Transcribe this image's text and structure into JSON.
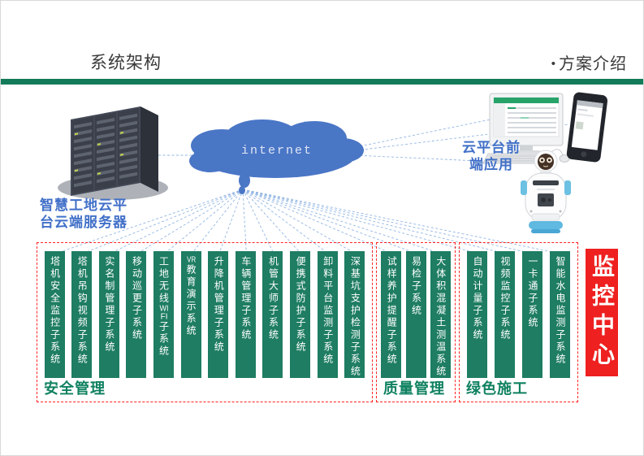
{
  "header": {
    "title": "系统架构",
    "bullet": "•",
    "subtitle": "方案介绍"
  },
  "cloud": {
    "label": "internet"
  },
  "server": {
    "label_line1": "智慧工地云平",
    "label_line2": "台云端服务器"
  },
  "frontend": {
    "label_line1": "云平台前",
    "label_line2": "端应用"
  },
  "monitoring_center": {
    "label": "监控中心"
  },
  "groups": [
    {
      "label": "安全管理",
      "systems": [
        "塔机安全监控子系统",
        "塔机吊钩视频子系统",
        "实名制管理子系统",
        "移动巡更子系统",
        "工地无线WIFI子系统",
        "VR教育演示系统",
        "升降机管理子系统",
        "车辆管理子系统",
        "机管大师子系统",
        "便携式防护子系统",
        "卸料平台监测子系统",
        "深基坑支护检测子系统"
      ]
    },
    {
      "label": "质量管理",
      "systems": [
        "试样养护提醒子系统",
        "易检子系统",
        "大体积混凝土测温系统"
      ]
    },
    {
      "label": "绿色施工",
      "systems": [
        "自动计量子系统",
        "视频监控子系统",
        "一卡通子系统",
        "智能水电监测子系统"
      ]
    }
  ],
  "colors": {
    "bar_green": "#1e7d62",
    "divider_green": "#137a5a",
    "group_label_green": "#0f8160",
    "alert_red": "#ee2020",
    "dashed_border_red": "#ff2222",
    "label_blue": "#4170c8",
    "cloud_blue": "#4a76c6",
    "connector_blue": "#93b6e3"
  }
}
